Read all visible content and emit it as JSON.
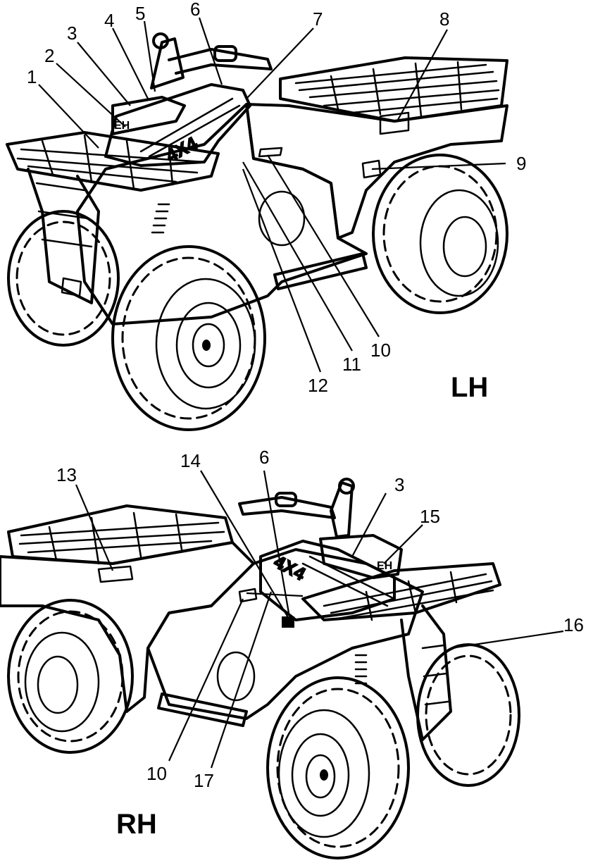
{
  "lh": {
    "side_label": "LH",
    "callouts": [
      "1",
      "2",
      "3",
      "4",
      "5",
      "6",
      "7",
      "8",
      "9",
      "10",
      "11",
      "12"
    ]
  },
  "rh": {
    "side_label": "RH",
    "callouts": [
      "13",
      "14",
      "6",
      "3",
      "15",
      "16",
      "10",
      "17"
    ]
  },
  "decals": {
    "lh_tank": "4X4",
    "rh_tank": "4X4"
  }
}
